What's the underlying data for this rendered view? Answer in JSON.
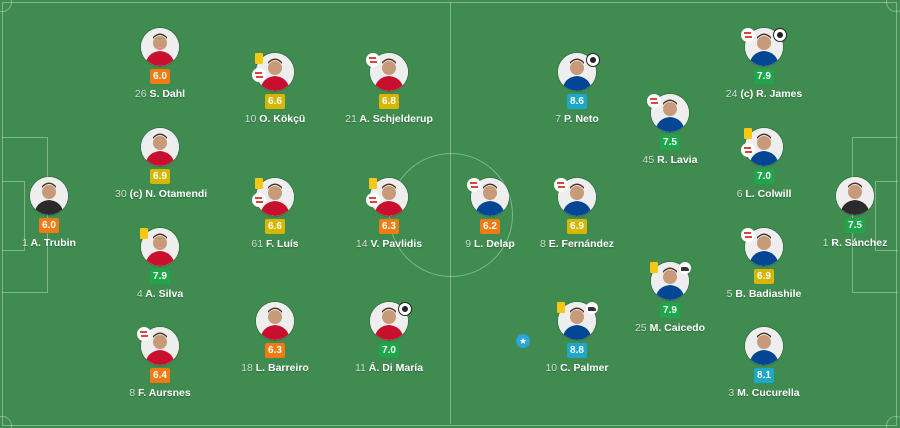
{
  "colors": {
    "pitch": "#3f8b50",
    "rating_orange": "#f07b12",
    "rating_yellow": "#d7b600",
    "rating_green": "#1ea64b",
    "rating_blue": "#1da8c9"
  },
  "home": [
    {
      "id": "trubin",
      "number": "1",
      "name": "A. Trubin",
      "rating": "6.0",
      "tier": "orange",
      "events": []
    },
    {
      "id": "dahl",
      "number": "26",
      "name": "S. Dahl",
      "rating": "6.0",
      "tier": "orange",
      "events": []
    },
    {
      "id": "otamendi",
      "number": "30",
      "name": "(c) N. Otamendi",
      "rating": "6.9",
      "tier": "yellow",
      "events": []
    },
    {
      "id": "silva",
      "number": "4",
      "name": "A. Silva",
      "rating": "7.9",
      "tier": "green",
      "events": [
        "yellow-card"
      ]
    },
    {
      "id": "aursnes",
      "number": "8",
      "name": "F. Aursnes",
      "rating": "6.4",
      "tier": "orange",
      "events": [
        "sub"
      ]
    },
    {
      "id": "kokcu",
      "number": "10",
      "name": "O. Kökçü",
      "rating": "6.6",
      "tier": "yellow",
      "events": [
        "yellow-card",
        "sub"
      ]
    },
    {
      "id": "luis",
      "number": "61",
      "name": "F. Luís",
      "rating": "6.6",
      "tier": "yellow",
      "events": [
        "yellow-card",
        "sub"
      ]
    },
    {
      "id": "barreiro",
      "number": "18",
      "name": "L. Barreiro",
      "rating": "6.3",
      "tier": "orange",
      "events": []
    },
    {
      "id": "schjelderup",
      "number": "21",
      "name": "A. Schjelderup",
      "rating": "6.8",
      "tier": "yellow",
      "events": [
        "sub"
      ]
    },
    {
      "id": "pavlidis",
      "number": "14",
      "name": "V. Pavlidis",
      "rating": "6.3",
      "tier": "orange",
      "events": [
        "yellow-card",
        "sub"
      ]
    },
    {
      "id": "dimaria",
      "number": "11",
      "name": "Á. Di María",
      "rating": "7.0",
      "tier": "green",
      "events": [
        "goal"
      ]
    }
  ],
  "away": [
    {
      "id": "sanchez",
      "number": "1",
      "name": "R. Sánchez",
      "rating": "7.5",
      "tier": "green",
      "events": []
    },
    {
      "id": "james",
      "number": "24",
      "name": "(c) R. James",
      "rating": "7.9",
      "tier": "green",
      "events": [
        "sub",
        "goal"
      ]
    },
    {
      "id": "colwill",
      "number": "6",
      "name": "L. Colwill",
      "rating": "7.0",
      "tier": "green",
      "events": [
        "yellow-card",
        "sub"
      ]
    },
    {
      "id": "badiashile",
      "number": "5",
      "name": "B. Badiashile",
      "rating": "6.9",
      "tier": "yellow",
      "events": [
        "sub"
      ]
    },
    {
      "id": "cucurella",
      "number": "3",
      "name": "M. Cucurella",
      "rating": "8.1",
      "tier": "blue",
      "events": []
    },
    {
      "id": "lavia",
      "number": "45",
      "name": "R. Lavia",
      "rating": "7.5",
      "tier": "green",
      "events": [
        "sub"
      ]
    },
    {
      "id": "caicedo",
      "number": "25",
      "name": "M. Caicedo",
      "rating": "7.9",
      "tier": "green",
      "events": [
        "yellow-card",
        "assist"
      ]
    },
    {
      "id": "neto",
      "number": "7",
      "name": "P. Neto",
      "rating": "8.6",
      "tier": "blue",
      "events": [
        "goal"
      ]
    },
    {
      "id": "fernandez",
      "number": "8",
      "name": "E. Fernández",
      "rating": "6.9",
      "tier": "yellow",
      "events": [
        "sub"
      ]
    },
    {
      "id": "palmer",
      "number": "10",
      "name": "C. Palmer",
      "rating": "8.8",
      "tier": "blue",
      "events": [
        "yellow-card",
        "assist",
        "star"
      ]
    },
    {
      "id": "delap",
      "number": "9",
      "name": "L. Delap",
      "rating": "6.2",
      "tier": "orange",
      "events": [
        "sub"
      ]
    }
  ]
}
